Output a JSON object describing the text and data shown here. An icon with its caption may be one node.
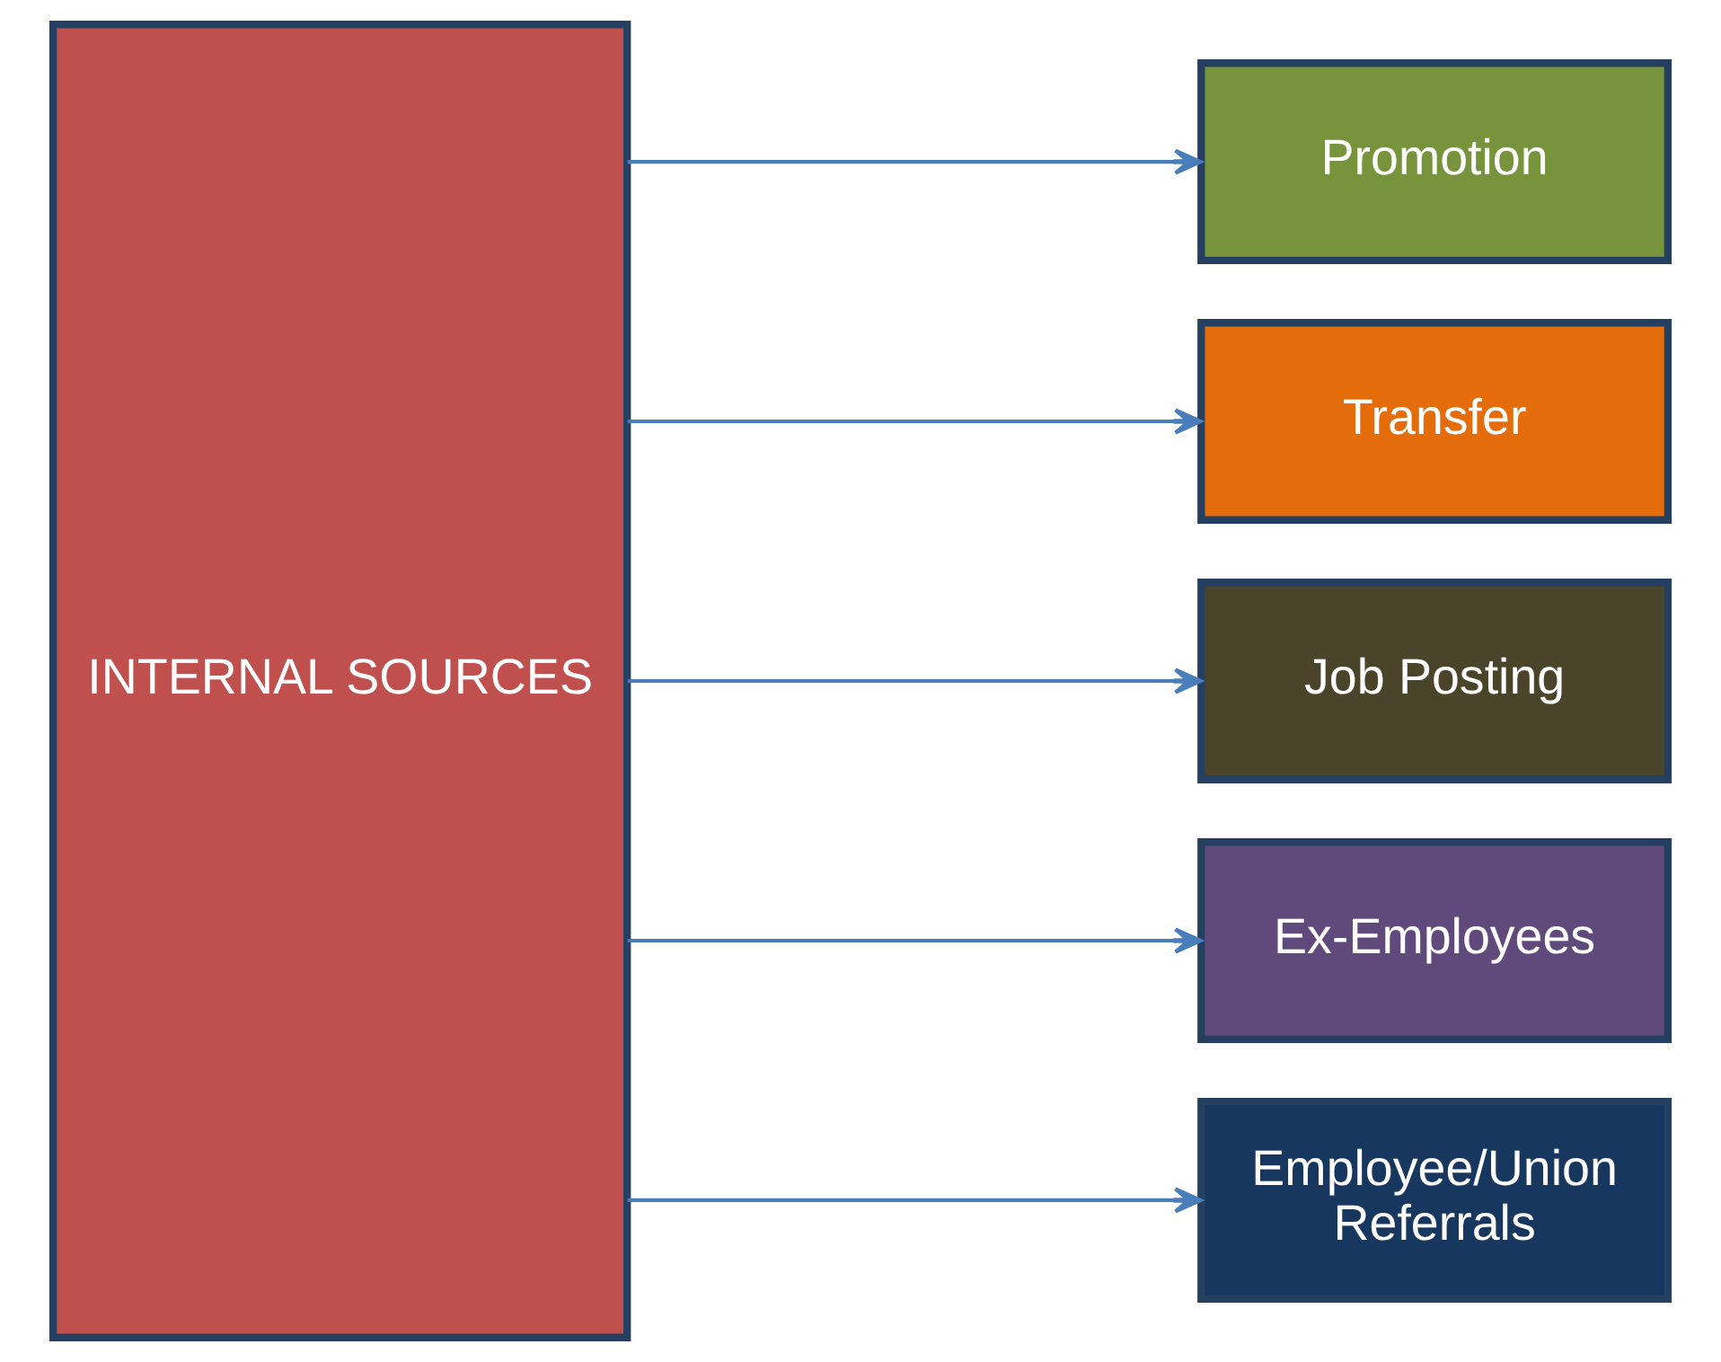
{
  "diagram": {
    "nodes": [
      {
        "text": [
          "INTERNAL SOURCES"
        ]
      },
      {
        "text": [
          "Promotion"
        ]
      },
      {
        "text": [
          "Transfer"
        ]
      },
      {
        "text": [
          "Job Posting"
        ]
      },
      {
        "text": [
          "Ex-Employees"
        ]
      },
      {
        "text": [
          "Employee/Union Referrals"
        ]
      }
    ],
    "edges": [
      {
        "from": 0,
        "to": 1,
        "arrow": "to"
      },
      {
        "from": 0,
        "to": 2,
        "arrow": "to"
      },
      {
        "from": 0,
        "to": 3,
        "arrow": "to"
      },
      {
        "from": 0,
        "to": 4,
        "arrow": "to"
      },
      {
        "from": 0,
        "to": 5,
        "arrow": "to"
      }
    ]
  }
}
